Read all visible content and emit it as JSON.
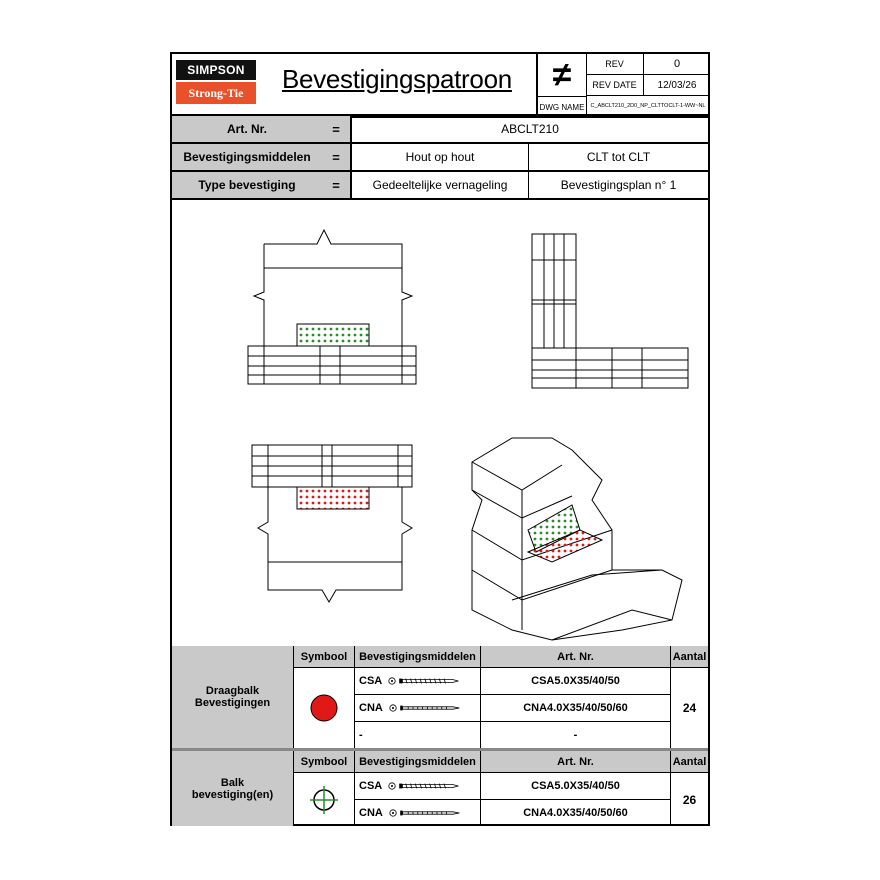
{
  "logo": {
    "top": "SIMPSON",
    "bottom": "Strong-Tie"
  },
  "title": "Bevestigingspatroon",
  "rev_block": {
    "symbol": "≠",
    "rev_label": "REV",
    "rev_value": "0",
    "rev_date_label": "REV DATE",
    "rev_date_value": "12/03/26",
    "dwg_name_label": "DWG NAME",
    "dwg_name_value": "C_ABCLT210_2D0_NP_CLTTOCLT-1-WW~NL"
  },
  "info": {
    "art_nr": {
      "label": "Art. Nr.",
      "eq": "=",
      "value": "ABCLT210"
    },
    "middelen": {
      "label": "Bevestigingsmiddelen",
      "eq": "=",
      "value1": "Hout op hout",
      "value2": "CLT tot CLT"
    },
    "type": {
      "label": "Type bevestiging",
      "eq": "=",
      "value1": "Gedeeltelijke vernageling",
      "value2": "Bevestigingsplan n°  1"
    }
  },
  "colors": {
    "red_marker": "#e01818",
    "green_marker": "#2e8b2e",
    "header_gray": "#c9c9c9",
    "logo_orange": "#e8512a"
  },
  "table1": {
    "group_label_line1": "Draagbalk",
    "group_label_line2": "Bevestigingen",
    "headers": {
      "symbool": "Symbool",
      "middelen": "Bevestigingsmiddelen",
      "art_nr": "Art. Nr.",
      "aantal": "Aantal"
    },
    "symbol_icon": "red-dot-icon",
    "rows": [
      {
        "type": "CSA",
        "art_nr": "CSA5.0X35/40/50"
      },
      {
        "type": "CNA",
        "art_nr": "CNA4.0X35/40/50/60"
      },
      {
        "type": "-",
        "art_nr": "-"
      }
    ],
    "aantal": "24"
  },
  "table2": {
    "group_label_line1": "Balk",
    "group_label_line2": "bevestiging(en)",
    "headers": {
      "symbool": "Symbool",
      "middelen": "Bevestigingsmiddelen",
      "art_nr": "Art. Nr.",
      "aantal": "Aantal"
    },
    "symbol_icon": "green-crosshair-icon",
    "rows": [
      {
        "type": "CSA",
        "art_nr": "CSA5.0X35/40/50"
      },
      {
        "type": "CNA",
        "art_nr": "CNA4.0X35/40/50/60"
      }
    ],
    "aantal": "26"
  }
}
